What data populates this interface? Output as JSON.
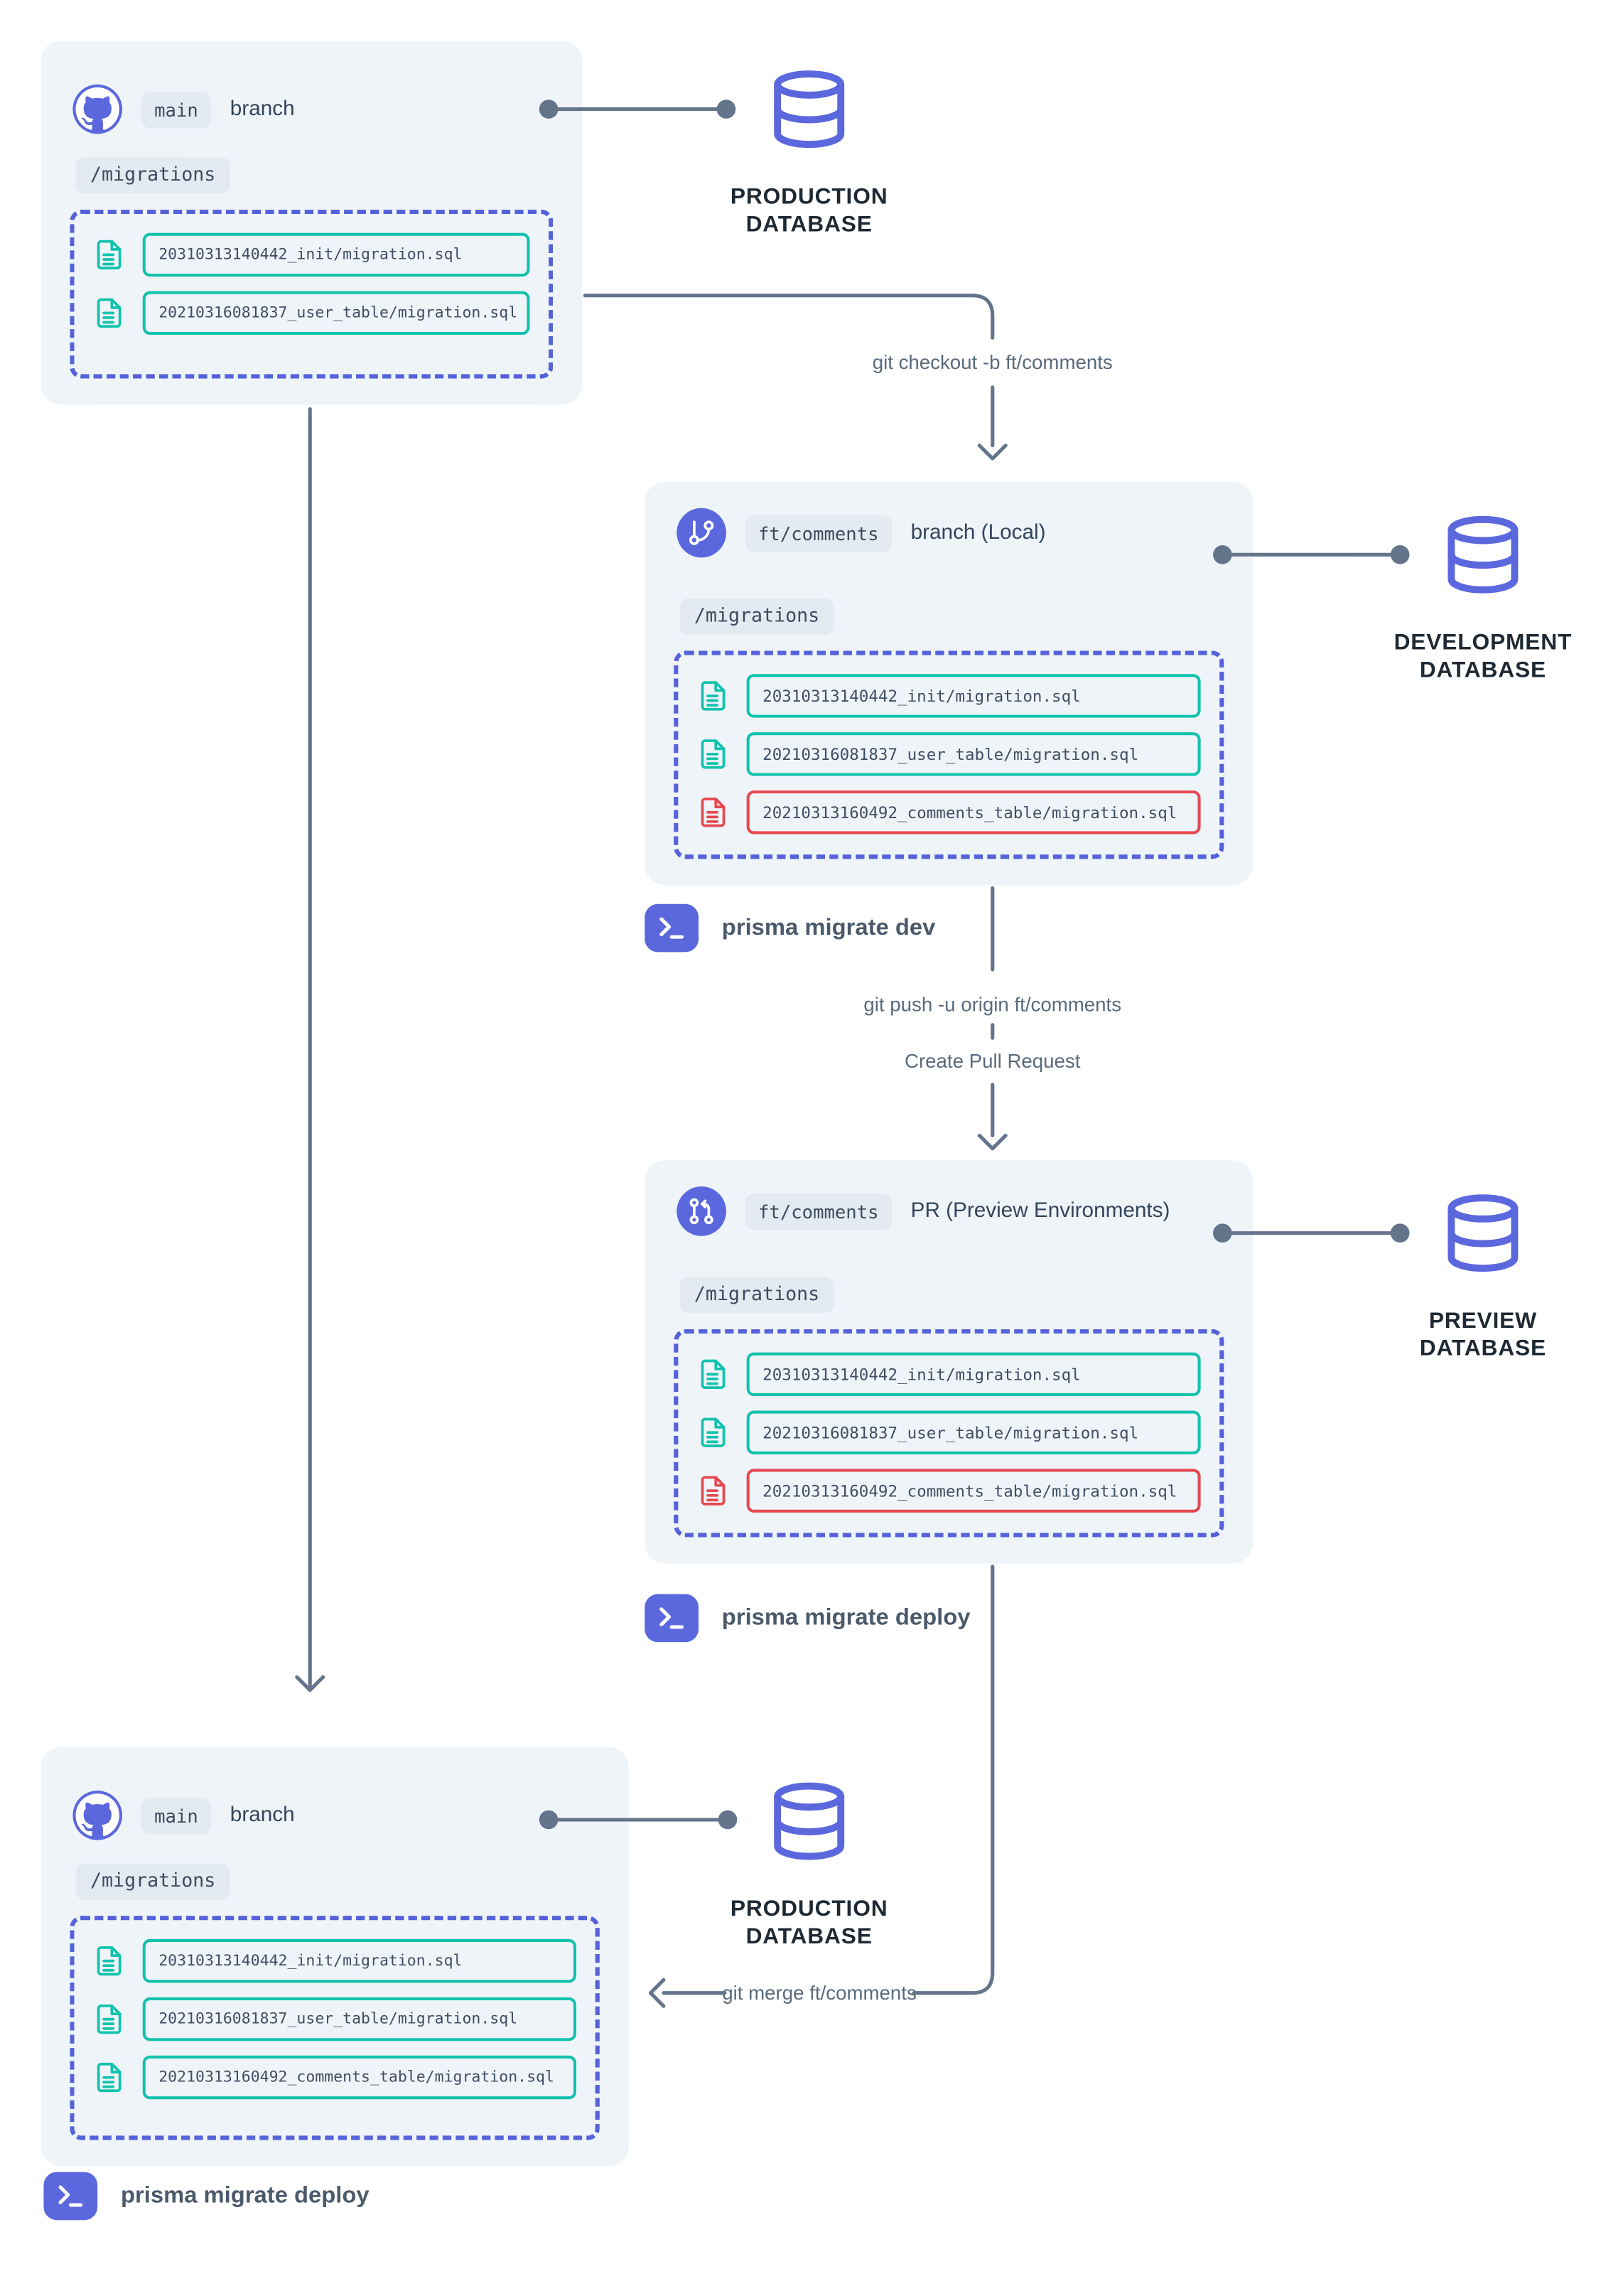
{
  "panels": [
    {
      "badge": "main",
      "label": "branch",
      "folder": "/migrations",
      "files": [
        {
          "name": "20310313140442_init/migration.sql",
          "status": "applied"
        },
        {
          "name": "20210316081837_user_table/migration.sql",
          "status": "applied"
        }
      ]
    },
    {
      "badge": "ft/comments",
      "label": "branch (Local)",
      "folder": "/migrations",
      "files": [
        {
          "name": "20310313140442_init/migration.sql",
          "status": "applied"
        },
        {
          "name": "20210316081837_user_table/migration.sql",
          "status": "applied"
        },
        {
          "name": "20210313160492_comments_table/migration.sql",
          "status": "new"
        }
      ]
    },
    {
      "badge": "ft/comments",
      "label": "PR (Preview Environments)",
      "folder": "/migrations",
      "files": [
        {
          "name": "20310313140442_init/migration.sql",
          "status": "applied"
        },
        {
          "name": "20210316081837_user_table/migration.sql",
          "status": "applied"
        },
        {
          "name": "20210313160492_comments_table/migration.sql",
          "status": "new"
        }
      ]
    },
    {
      "badge": "main",
      "label": "branch",
      "folder": "/migrations",
      "files": [
        {
          "name": "20310313140442_init/migration.sql",
          "status": "applied"
        },
        {
          "name": "20210316081837_user_table/migration.sql",
          "status": "applied"
        },
        {
          "name": "20210313160492_comments_table/migration.sql",
          "status": "applied"
        }
      ]
    }
  ],
  "databases": [
    {
      "line1": "PRODUCTION",
      "line2": "DATABASE"
    },
    {
      "line1": "DEVELOPMENT",
      "line2": "DATABASE"
    },
    {
      "line1": "PREVIEW",
      "line2": "DATABASE"
    },
    {
      "line1": "PRODUCTION",
      "line2": "DATABASE"
    }
  ],
  "arrows": {
    "checkout": "git checkout -b ft/comments",
    "push": "git push -u origin ft/comments",
    "create_pr": "Create Pull Request",
    "merge": "git merge ft/comments"
  },
  "commands": [
    {
      "label": "prisma migrate dev"
    },
    {
      "label": "prisma migrate deploy"
    },
    {
      "label": "prisma migrate deploy"
    }
  ],
  "colors": {
    "indigo": "#5b68dd",
    "teal": "#12c2ad",
    "red": "#e5494f",
    "slate_line": "#64748b",
    "panel_bg": "#eff4f9",
    "badge_bg": "#e4eaf1",
    "db_label": "#1f2933"
  }
}
